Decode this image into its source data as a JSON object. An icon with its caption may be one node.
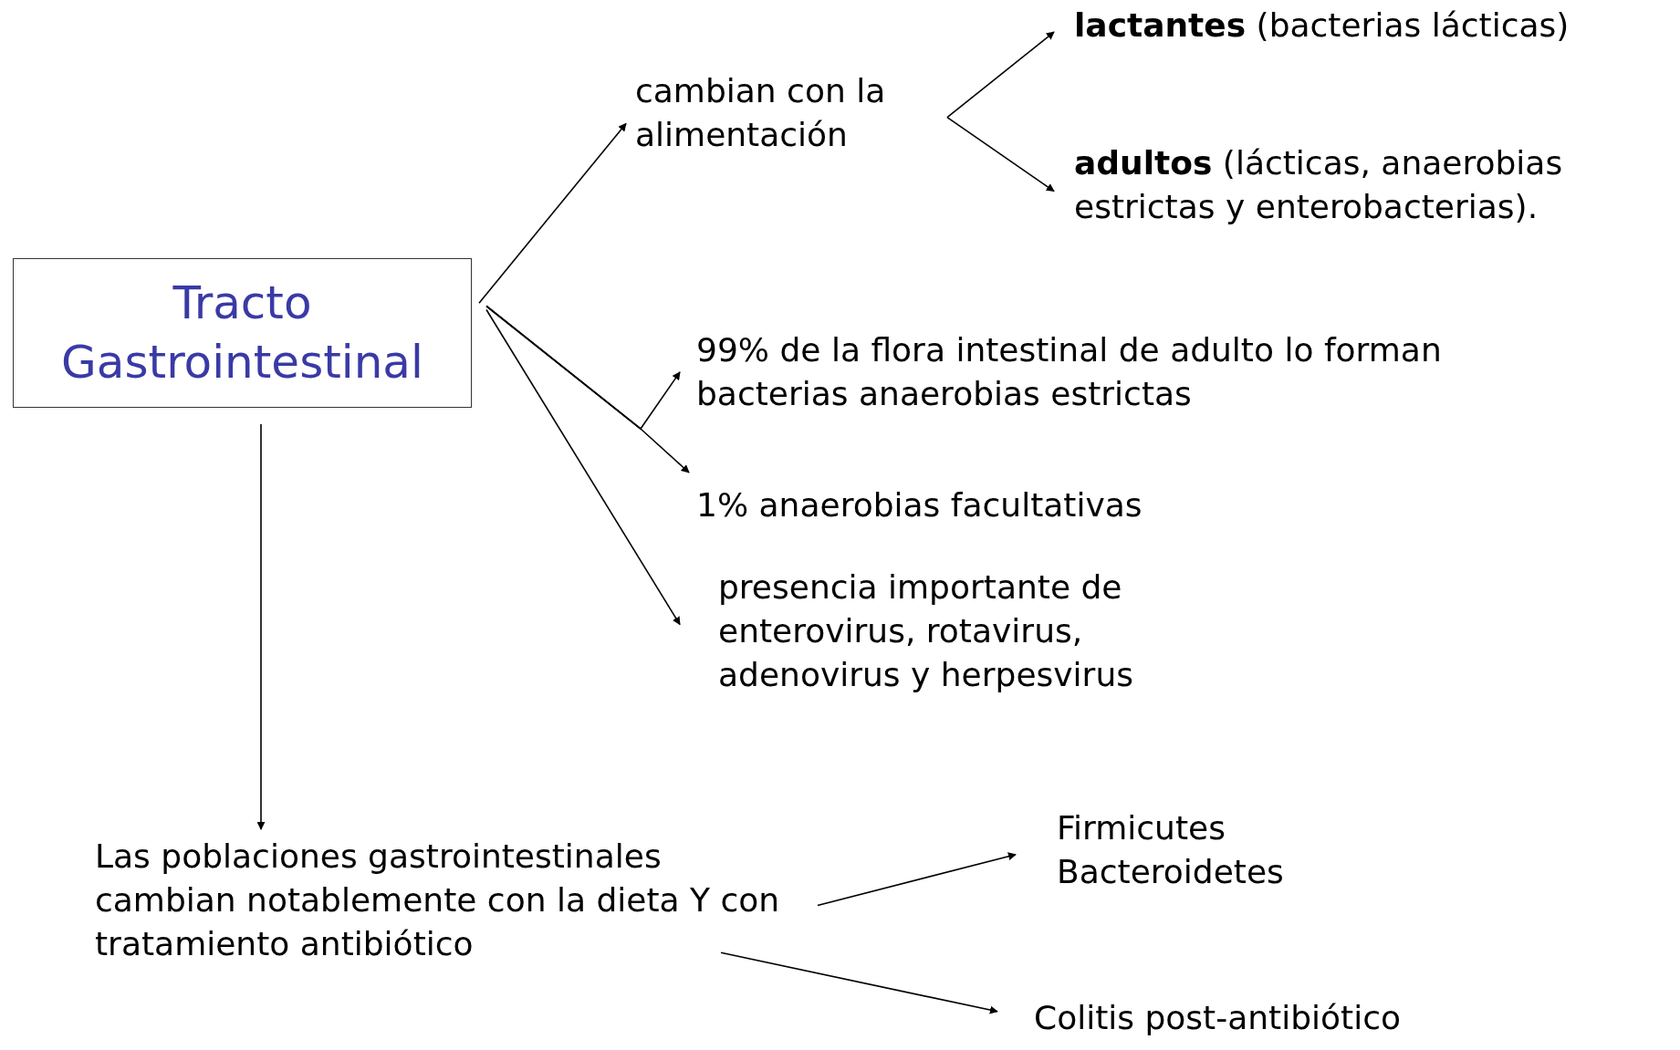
{
  "diagram": {
    "nodes": [
      {
        "text": [
          "Tracto Gastrointestinal"
        ]
      },
      {
        "text": [
          "cambian con la alimentación"
        ]
      },
      {
        "text": [
          "**lactantes** (bacterias lácticas)"
        ]
      },
      {
        "text": [
          "**adultos** (lácticas, anaerobias estrictas y enterobacterias)."
        ]
      },
      {
        "text": [
          "99% de la flora intestinal de adulto lo forman bacterias anaerobias estrictas"
        ]
      },
      {
        "text": [
          "1% anaerobias facultativas"
        ]
      },
      {
        "text": [
          "presencia importante de enterovirus, rotavirus, adenovirus y herpesvirus"
        ]
      },
      {
        "text": [
          "Las poblaciones gastrointestinales cambian notablemente con la dieta Y con tratamiento antibiótico"
        ]
      },
      {
        "text": [
          "Firmicutes",
          "Bacteroidetes"
        ]
      },
      {
        "text": [
          "Colitis post-antibiótico"
        ]
      }
    ],
    "edges": [
      {
        "from": 0,
        "to": 1,
        "arrow": "to"
      },
      {
        "from": 1,
        "to": 2,
        "arrow": "to"
      },
      {
        "from": 1,
        "to": 3,
        "arrow": "to"
      },
      {
        "from": 0,
        "to": 4,
        "arrow": "to"
      },
      {
        "from": 0,
        "to": 5,
        "arrow": "to"
      },
      {
        "from": 0,
        "to": 6,
        "arrow": "to"
      },
      {
        "from": 0,
        "to": 7,
        "arrow": "to"
      },
      {
        "from": 7,
        "to": 8,
        "arrow": "to"
      },
      {
        "from": 7,
        "to": 9,
        "arrow": "to"
      }
    ]
  }
}
